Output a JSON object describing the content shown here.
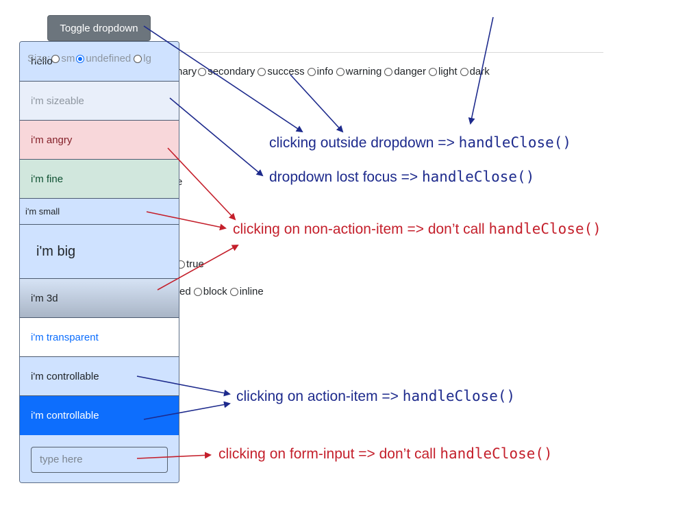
{
  "toggle_button": {
    "label": "Toggle dropdown"
  },
  "variant_row": {
    "cut_label": "nary",
    "options": [
      "secondary",
      "success",
      "info",
      "warning",
      "danger",
      "light",
      "dark"
    ]
  },
  "size_row": {
    "cut_label": "Size:",
    "options": [
      "sm",
      "undefined",
      "lg"
    ],
    "selected": "undefined"
  },
  "fragments": {
    "e": "e",
    "true_option": "true",
    "ed": "ed",
    "block_option": "block",
    "inline_option": "inline"
  },
  "menu": {
    "items": [
      {
        "label": "hello"
      },
      {
        "label": "i'm sizeable"
      },
      {
        "label": "i'm angry"
      },
      {
        "label": "i'm fine"
      },
      {
        "label": "i'm small"
      },
      {
        "label": "i'm big"
      },
      {
        "label": "i'm 3d"
      },
      {
        "label": "i'm transparent"
      },
      {
        "label": "i'm controllable"
      },
      {
        "label": "i'm controllable"
      }
    ],
    "input": {
      "placeholder": "type here",
      "value": ""
    }
  },
  "annotations": {
    "outside": {
      "text": "clicking outside dropdown => ",
      "code": "handleClose()"
    },
    "focus": {
      "text": "dropdown lost focus => ",
      "code": "handleClose()"
    },
    "non_action": {
      "text": "clicking on non-action-item => don’t call ",
      "code": "handleClose()"
    },
    "action": {
      "text": "clicking on action-item => ",
      "code": "handleClose()"
    },
    "form_input": {
      "text": "clicking on form-input => don’t call ",
      "code": "handleClose()"
    }
  },
  "colors": {
    "blue_annotation": "#1d2a8c",
    "red_annotation": "#c41f2b",
    "primary": "#0d6efd",
    "secondary": "#6c757d"
  }
}
